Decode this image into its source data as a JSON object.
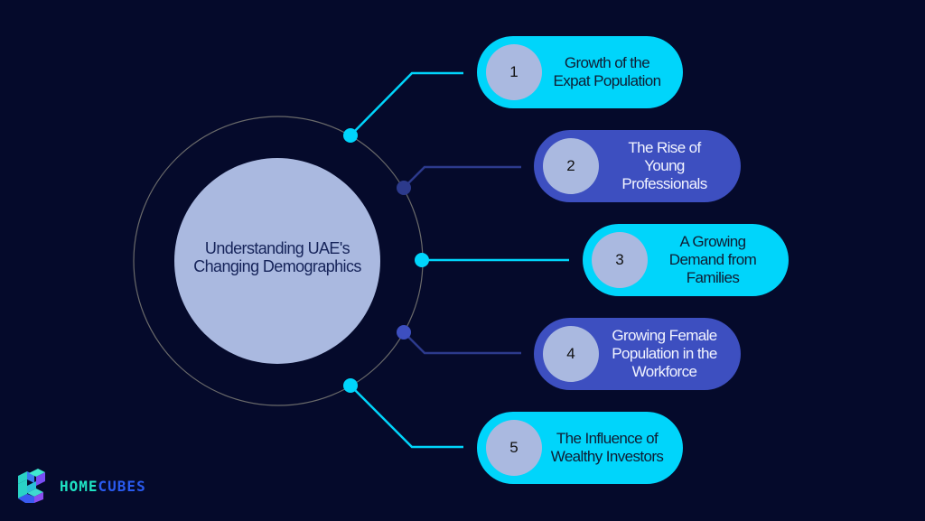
{
  "center": {
    "title_line1": "Understanding UAE's",
    "title_line2": "Changing Demographics"
  },
  "colors": {
    "background": "#050a2b",
    "cyan": "#00d5fb",
    "blue": "#3d4fc0",
    "dark_blue": "#2c3a8c",
    "center_fill": "#aab9e0",
    "ring": "#6a6a6a"
  },
  "items": [
    {
      "number": "1",
      "line1": "Growth of the",
      "line2": "Expat Population",
      "line3": "",
      "style": "cyan"
    },
    {
      "number": "2",
      "line1": "The Rise of",
      "line2": "Young",
      "line3": "Professionals",
      "style": "blue"
    },
    {
      "number": "3",
      "line1": "A Growing",
      "line2": "Demand from",
      "line3": "Families",
      "style": "cyan"
    },
    {
      "number": "4",
      "line1": "Growing Female",
      "line2": "Population in the",
      "line3": "Workforce",
      "style": "blue"
    },
    {
      "number": "5",
      "line1": "The Influence of",
      "line2": "Wealthy Investors",
      "line3": "",
      "style": "cyan"
    }
  ],
  "logo": {
    "part1": "HOME",
    "part2": "CUBES"
  }
}
